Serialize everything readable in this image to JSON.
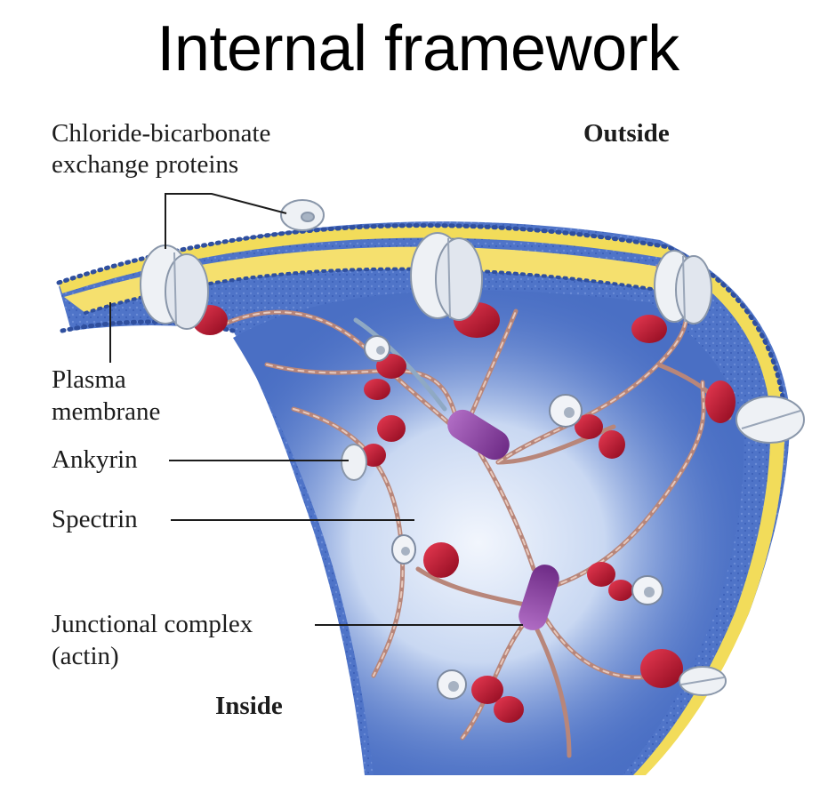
{
  "title": "Internal framework",
  "labels": {
    "chloride_line1": "Chloride-bicarbonate",
    "chloride_line2": "exchange proteins",
    "outside": "Outside",
    "plasma_line1": "Plasma",
    "plasma_line2": "membrane",
    "ankyrin": "Ankyrin",
    "spectrin": "Spectrin",
    "junctional_line1": "Junctional complex",
    "junctional_line2": "(actin)",
    "inside": "Inside"
  },
  "colors": {
    "membrane_blue": "#4f74c8",
    "membrane_dark": "#3553a6",
    "lipid_core": "#f2dc5a",
    "ankyrin_red": "#c8102e",
    "spectrin_brown": "#b8867a",
    "junctional_purple": "#8a3f9e",
    "protein_white": "#eef1f5"
  }
}
